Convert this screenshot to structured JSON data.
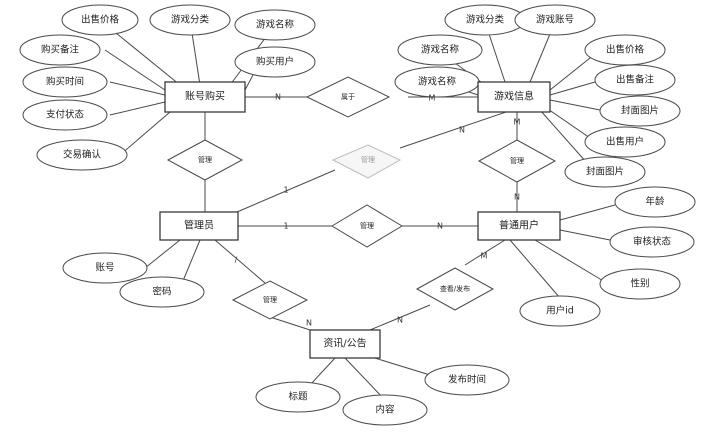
{
  "entities": {
    "account_purchase": "账号购买",
    "game_info": "游戏信息",
    "admin": "管理员",
    "user": "普通用户",
    "news": "资讯/公告"
  },
  "attributes": {
    "account_purchase": [
      "出售价格",
      "游戏分类",
      "游戏名称",
      "购买用户",
      "购买备注",
      "购买时间",
      "支付状态",
      "交易确认"
    ],
    "game_info": [
      "游戏分类",
      "游戏账号",
      "游戏名称",
      "出售价格",
      "游戏名称",
      "出售备注",
      "封面图片",
      "出售用户",
      "封面图片"
    ],
    "admin": [
      "账号",
      "密码"
    ],
    "user": [
      "年龄",
      "审核状态",
      "性别",
      "用户id"
    ],
    "news": [
      "标题",
      "内容",
      "发布时间"
    ]
  },
  "relationships": {
    "belongs": "属于",
    "manage_purchase": "管理",
    "manage_game": "管理",
    "manage_user": "管理",
    "manage_news": "管理",
    "user_game": "管理",
    "publish": "查看/发布"
  },
  "cardinalities": {
    "belongs_left": "N",
    "belongs_right": "M",
    "game_top": "M",
    "game_manage": "N",
    "game_user": "N",
    "admin_game": "1",
    "admin_user": "1",
    "user_admin": "N",
    "news_admin": "N",
    "news_user": "N",
    "user_news": "M",
    "admin_news": "/"
  }
}
